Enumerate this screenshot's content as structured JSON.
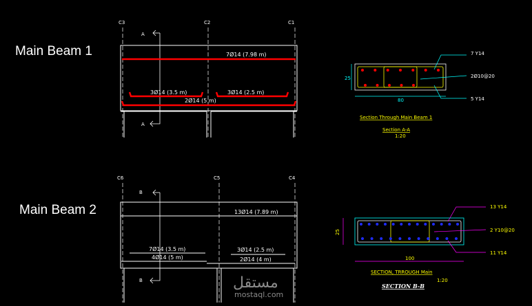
{
  "beam1": {
    "title": "Main Beam 1",
    "columns": [
      "C3",
      "C2",
      "C1"
    ],
    "section_marks": [
      "A",
      "A"
    ],
    "top_bar": "7Ø14 (7.98 m)",
    "extra_left": "3Ø14 (3.5 m)",
    "extra_right": "3Ø14 (2.5 m)",
    "bottom_bar": "2Ø14 (5 m)",
    "section": {
      "dim_height": "25",
      "dim_width": "80",
      "label_top": "7 Y14",
      "label_stirrup": "2Ø10@20",
      "label_bottom": "5 Y14",
      "caption": "Section Through Main Beam 1",
      "name": "Section A-A",
      "scale": "1:20"
    }
  },
  "beam2": {
    "title": "Main Beam 2",
    "columns": [
      "C6",
      "C5",
      "C4"
    ],
    "section_marks": [
      "B",
      "B"
    ],
    "top_bar": "13Ø14 (7.89 m)",
    "extra_left_1": "7Ø14 (3.5 m)",
    "extra_left_2": "4Ø14 (5 m)",
    "extra_right_1": "3Ø14 (2.5 m)",
    "extra_right_2": "2Ø14 (4 m)",
    "section": {
      "dim_height": "25",
      "dim_width": "100",
      "label_top": "13 Y14",
      "label_stirrup": "2 Y10@20",
      "label_bottom": "11 Y14",
      "caption": "SECTION, TRROUGH Main",
      "name": "SECTION B-B",
      "scale": "1:20"
    }
  },
  "watermark": {
    "arabic": "مستقل",
    "latin": "mostaql.com"
  },
  "colors": {
    "background": "#000000",
    "lines": "#ffffff",
    "rebar": "#ff0000",
    "dimension": "#00ffff",
    "stirrup": "#ffff00",
    "dim_magenta": "#ff00ff",
    "blue_bars": "#1e2bff"
  }
}
